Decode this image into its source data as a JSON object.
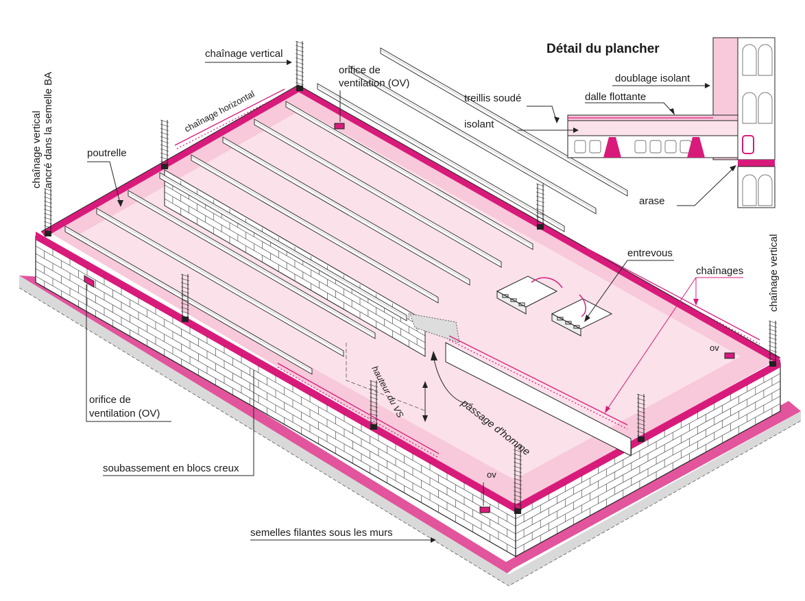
{
  "colors": {
    "pink_fill": "#f7c9da",
    "pink_light": "#fbe1ea",
    "magenta": "#d81b7b",
    "line": "#222222",
    "grey": "#d9d9d9"
  },
  "detail": {
    "title": "Détail du plancher",
    "labels": {
      "doublage_isolant": "doublage isolant",
      "treillis_soude": "treillis soudé",
      "dalle_flottante": "dalle flottante",
      "isolant": "isolant",
      "arase": "arase"
    }
  },
  "labels": {
    "chainage_vertical_top": "chaînage vertical",
    "chainage_vertical_ancre_1": "chaînage vertical",
    "chainage_vertical_ancre_2": "ancré dans la semelle BA",
    "chainage_horizontal": "chaînage horizontal",
    "orifice_top_1": "orifice de",
    "orifice_top_2": "ventilation (OV)",
    "poutrelle": "poutrelle",
    "entrevous": "entrevous",
    "chainages": "chaînages",
    "chainage_vertical_right": "chaînage vertical",
    "ov_right": "ov",
    "orifice_left_1": "orifice de",
    "orifice_left_2": "ventilation (OV)",
    "hauteur_vs": "hauteur du VS",
    "passage_homme": "passage d'homme",
    "soubassement": "soubassement en blocs creux",
    "ov_front": "ov",
    "semelles": "semelles filantes sous les murs"
  }
}
